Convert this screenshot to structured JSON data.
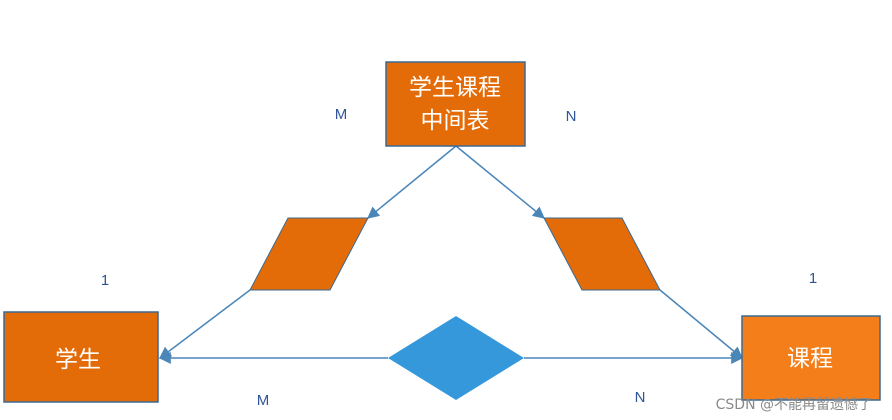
{
  "nodes": {
    "junction_line1": "学生课程",
    "junction_line2": "中间表",
    "student": "学生",
    "course": "课程"
  },
  "cardinality": {
    "top_left": "M",
    "top_right": "N",
    "student_one": "1",
    "course_one": "1",
    "bottom_left": "M",
    "bottom_right": "N"
  },
  "watermark": "CSDN @不能再留遗憾了",
  "colors": {
    "entity_orange": "#e36c09",
    "course_orange": "#f47e1a",
    "relation_blue": "#3498db",
    "line_blue": "#4a86b8"
  }
}
